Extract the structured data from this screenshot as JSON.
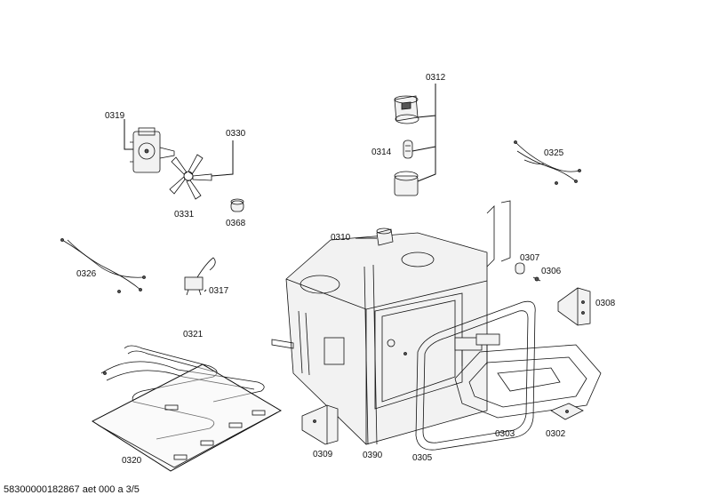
{
  "labels": {
    "p0312": "0312",
    "p0319": "0319",
    "p0330": "0330",
    "p0314": "0314",
    "p0325": "0325",
    "p0331": "0331",
    "p0368": "0368",
    "p0310": "0310",
    "p0307": "0307",
    "p0306": "0306",
    "p0326": "0326",
    "p0317": "0317",
    "p0308": "0308",
    "p0321": "0321",
    "p0320": "0320",
    "p0309": "0309",
    "p0390": "0390",
    "p0305": "0305",
    "p0303": "0303",
    "p0302": "0302"
  },
  "footer": "58300000182867 aet 000 a 3/5"
}
